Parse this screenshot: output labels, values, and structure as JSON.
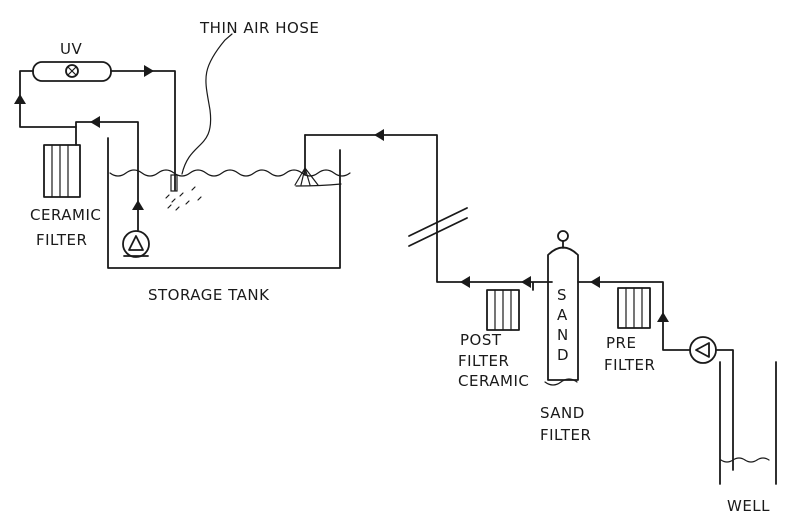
{
  "labels": {
    "uv": "UV",
    "thin_air_hose": "THIN AIR HOSE",
    "ceramic_filter_1": "CERAMIC",
    "ceramic_filter_2": "FILTER",
    "storage_tank": "STORAGE TANK",
    "post_filter_1": "POST",
    "post_filter_2": "FILTER",
    "post_filter_3": "CERAMIC",
    "sand_filter_1": "SAND",
    "sand_filter_2": "FILTER",
    "sand_vertical": "SAND",
    "pre_filter_1": "PRE",
    "pre_filter_2": "FILTER",
    "well": "WELL"
  },
  "style": {
    "ink": "#1a1a1a",
    "paper": "#ffffff"
  }
}
